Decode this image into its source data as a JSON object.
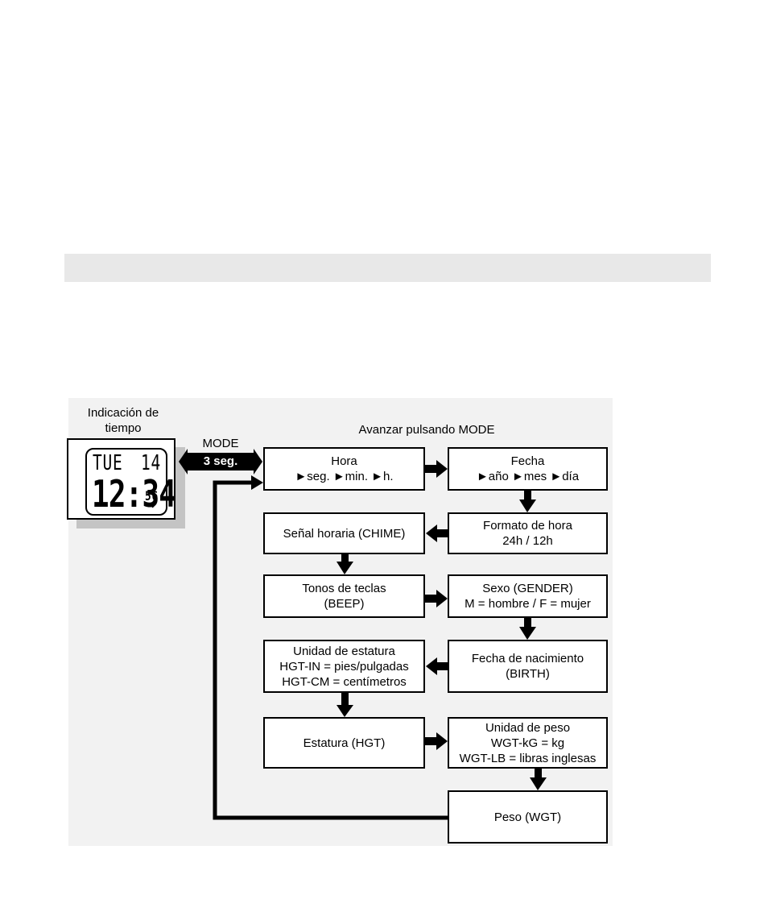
{
  "watch": {
    "title": "Indicación de\ntiempo",
    "display": {
      "day": "TUE",
      "date": "14",
      "time": "12:34",
      "seconds": "56"
    }
  },
  "mode_switch": {
    "label": "MODE",
    "duration": "3 seg."
  },
  "advance_label": "Avanzar pulsando MODE",
  "steps": {
    "hora": {
      "line1": "Hora",
      "line2": "►seg. ►min. ►h."
    },
    "fecha": {
      "line1": "Fecha",
      "line2": "►año ►mes ►día"
    },
    "formato": {
      "line1": "Formato de hora",
      "line2": "24h / 12h"
    },
    "chime": {
      "line1": "Señal horaria (CHIME)"
    },
    "beep": {
      "line1": "Tonos de teclas",
      "line2": "(BEEP)"
    },
    "gender": {
      "line1": "Sexo (GENDER)",
      "line2": "M = hombre / F = mujer"
    },
    "birth": {
      "line1": "Fecha de nacimiento",
      "line2": "(BIRTH)"
    },
    "height_unit": {
      "line1": "Unidad de estatura",
      "line2": "HGT-IN = pies/pulgadas",
      "line3": "HGT-CM = centímetros"
    },
    "height": {
      "line1": "Estatura (HGT)"
    },
    "weight_unit": {
      "line1": "Unidad de peso",
      "line2": "WGT-kG = kg",
      "line3": "WGT-LB = libras inglesas"
    },
    "weight": {
      "line1": "Peso (WGT)"
    }
  },
  "colors": {
    "band": "#e8e8e8",
    "panel": "#f2f2f2",
    "shadow": "#c4c4c4",
    "line": "#000000"
  }
}
